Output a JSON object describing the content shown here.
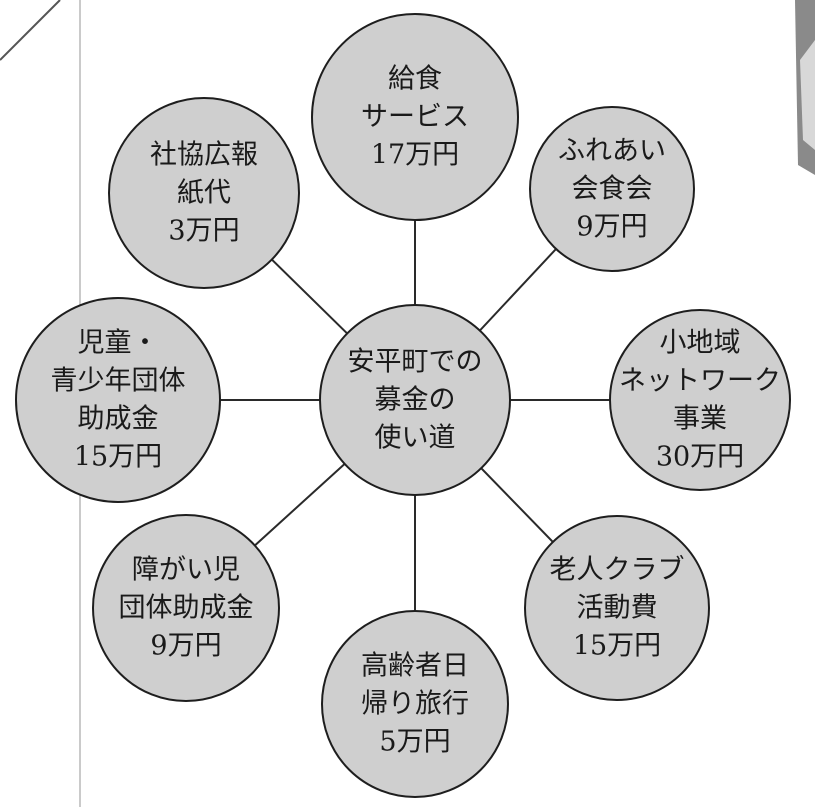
{
  "diagram": {
    "center": {
      "lines": [
        "安平町での",
        "募金の",
        "使い道"
      ]
    },
    "nodes": [
      {
        "id": "kyushoku",
        "lines": [
          "給食",
          "サービス",
          "17万円"
        ]
      },
      {
        "id": "fureai",
        "lines": [
          "ふれあい",
          "会食会",
          "9万円"
        ]
      },
      {
        "id": "shochiiki",
        "lines": [
          "小地域",
          "ネットワーク",
          "事業",
          "30万円"
        ]
      },
      {
        "id": "rojin-club",
        "lines": [
          "老人クラブ",
          "活動費",
          "15万円"
        ]
      },
      {
        "id": "koreisha",
        "lines": [
          "高齢者日",
          "帰り旅行",
          "5万円"
        ]
      },
      {
        "id": "shogaiji",
        "lines": [
          "障がい児",
          "団体助成金",
          "9万円"
        ]
      },
      {
        "id": "jido",
        "lines": [
          "児童・",
          "青少年団体",
          "助成金",
          "15万円"
        ]
      },
      {
        "id": "shakyo-koho",
        "lines": [
          "社協広報",
          "紙代",
          "3万円"
        ]
      }
    ]
  }
}
